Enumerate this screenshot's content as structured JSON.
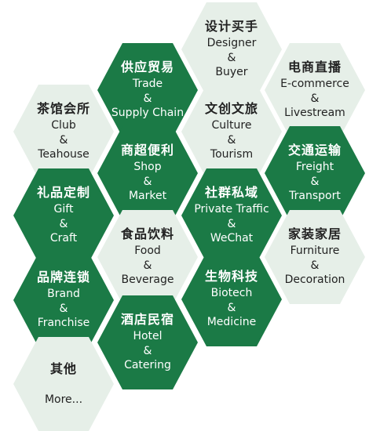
{
  "colors": {
    "dark": "#1b7a46",
    "light": "#e6efe8",
    "dark_text": "#ffffff",
    "light_text": "#222222"
  },
  "tiles": [
    {
      "id": "designer-buyer",
      "zh": "设计买手",
      "en": [
        "Designer",
        "&",
        "Buyer"
      ],
      "theme": "light"
    },
    {
      "id": "trade-supply",
      "zh": "供应贸易",
      "en": [
        "Trade",
        "&",
        "Supply Chain"
      ],
      "theme": "dark"
    },
    {
      "id": "ecommerce-live",
      "zh": "电商直播",
      "en": [
        "E-commerce",
        "&",
        "Livestream"
      ],
      "theme": "light"
    },
    {
      "id": "club-teahouse",
      "zh": "茶馆会所",
      "en": [
        "Club",
        "&",
        "Teahouse"
      ],
      "theme": "light"
    },
    {
      "id": "culture-tourism",
      "zh": "文创文旅",
      "en": [
        "Culture",
        "&",
        "Tourism"
      ],
      "theme": "light"
    },
    {
      "id": "shop-market",
      "zh": "商超便利",
      "en": [
        "Shop",
        "&",
        "Market"
      ],
      "theme": "dark"
    },
    {
      "id": "freight-transport",
      "zh": "交通运输",
      "en": [
        "Freight",
        "&",
        "Transport"
      ],
      "theme": "dark"
    },
    {
      "id": "gift-craft",
      "zh": "礼品定制",
      "en": [
        "Gift",
        "&",
        "Craft"
      ],
      "theme": "dark"
    },
    {
      "id": "private-wechat",
      "zh": "社群私域",
      "en": [
        "Private Traffic",
        "&",
        "WeChat"
      ],
      "theme": "dark"
    },
    {
      "id": "food-beverage",
      "zh": "食品饮料",
      "en": [
        "Food",
        "&",
        "Beverage"
      ],
      "theme": "light"
    },
    {
      "id": "furniture-deco",
      "zh": "家装家居",
      "en": [
        "Furniture",
        "&",
        "Decoration"
      ],
      "theme": "light"
    },
    {
      "id": "brand-franchise",
      "zh": "品牌连锁",
      "en": [
        "Brand",
        "&",
        "Franchise"
      ],
      "theme": "dark"
    },
    {
      "id": "biotech-medicine",
      "zh": "生物科技",
      "en": [
        "Biotech",
        "&",
        "Medicine"
      ],
      "theme": "dark"
    },
    {
      "id": "hotel-catering",
      "zh": "酒店民宿",
      "en": [
        "Hotel",
        "&",
        "Catering"
      ],
      "theme": "dark"
    },
    {
      "id": "more",
      "zh": "其他",
      "en": [
        "",
        "More..."
      ],
      "theme": "light"
    }
  ]
}
